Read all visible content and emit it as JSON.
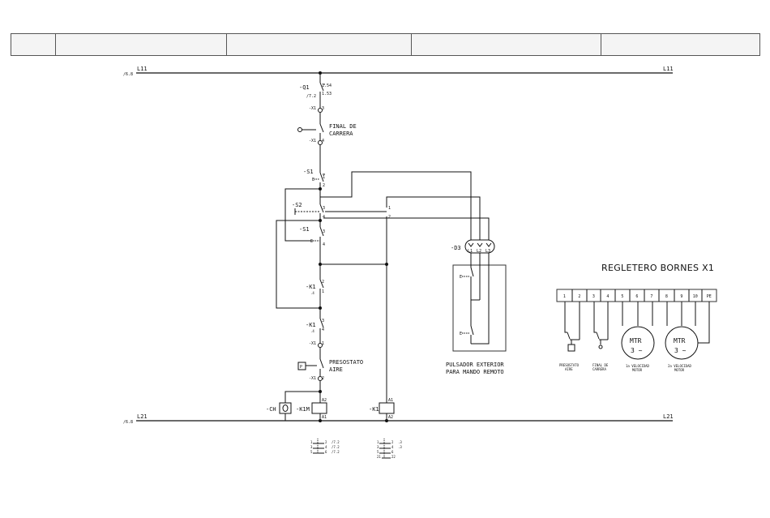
{
  "rails": {
    "top_left_ref": "/6.8",
    "top_left": "L11",
    "top_right": "L11",
    "bottom_left_ref": "/6.8",
    "bottom_left": "L21",
    "bottom_right": "L21"
  },
  "q1": {
    "tag": "-Q1",
    "ref": "/7.2",
    "pin_top": "1.54",
    "pin_bot": "1.53"
  },
  "x1_a": {
    "tag": "-X1",
    "pin": "3"
  },
  "limit_switch": {
    "line1": "FINAL DE",
    "line2": "CARRERA"
  },
  "x1_b": {
    "tag": "-X1",
    "pin": "4"
  },
  "s1_a": {
    "tag": "-S1",
    "p1": "1",
    "p2": "2"
  },
  "s2": {
    "tag": "-S2",
    "p3": "3",
    "p4": "4",
    "p1": "1",
    "p2": "2"
  },
  "s1_b": {
    "tag": "-S1",
    "p3": "3",
    "p4": "4"
  },
  "k1_a": {
    "tag": "-K1",
    "pin_top": "2",
    "pin_bot": "1",
    "ref": ".4"
  },
  "k1_b": {
    "tag": "-K1",
    "pin_top": "3",
    "pin_bot": "4",
    "ref": ".4"
  },
  "x1_c": {
    "tag": "-X1",
    "pin": "1"
  },
  "pressure": {
    "symbol": "P",
    "line1": "PRESOSTATO",
    "line2": "AIRE"
  },
  "x1_d": {
    "tag": "-X1",
    "pin": "2"
  },
  "coils": {
    "ch": "-CH",
    "k1m": "-K1M",
    "k1": "-K1",
    "a1": "A1",
    "a2": "A2"
  },
  "remote": {
    "tag": "-D3",
    "l1": "L1",
    "l2": "L2",
    "l3": "L3",
    "caption1": "PULSADOR EXTERIOR",
    "caption2": "PARA MANDO REMOTO"
  },
  "terminals": {
    "title": "REGLETERO BORNES X1",
    "labels": [
      "1",
      "2",
      "3",
      "4",
      "5",
      "6",
      "7",
      "8",
      "9",
      "10",
      "PE"
    ],
    "motor_text": "MTR",
    "motor_phase": "3 ~",
    "cap_pres_1": "PRESOSTATO",
    "cap_pres_2": "AIRE",
    "cap_final_1": "FINAL DE",
    "cap_final_2": "CARRERA",
    "cap_m1_1": "1a VELOCIDAD",
    "cap_m1_2": "MOTOR",
    "cap_m2_1": "2a VELOCIDAD",
    "cap_m2_2": "MOTOR"
  },
  "xref_k1m": {
    "rows": [
      {
        "a": "1",
        "b": "2",
        "ref": "/7.2"
      },
      {
        "a": "3",
        "b": "4",
        "ref": "/7.2"
      },
      {
        "a": "5",
        "b": "6",
        "ref": "/7.2"
      }
    ]
  },
  "xref_k1": {
    "rows": [
      {
        "a": "1",
        "b": "2",
        "ref": ".3"
      },
      {
        "a": "3",
        "b": "4",
        "ref": ".3"
      },
      {
        "a": "5",
        "b": "6",
        "ref": ""
      },
      {
        "a": "21",
        "b": "22",
        "ref": ""
      }
    ]
  }
}
